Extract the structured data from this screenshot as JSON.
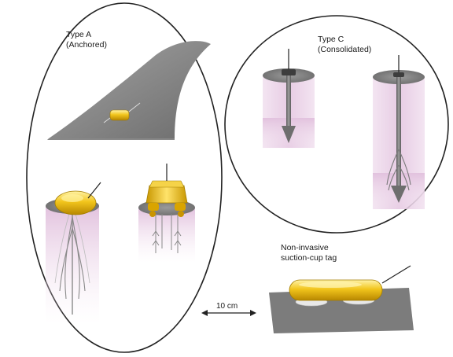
{
  "panels": {
    "type_a": {
      "title": "Type A",
      "subtitle": "(Anchored)"
    },
    "type_c": {
      "title": "Type C",
      "subtitle": "(Consolidated)"
    },
    "suction": {
      "title": "Non-invasive",
      "subtitle": "suction-cup tag"
    }
  },
  "scale_bar": {
    "label": "10 cm"
  },
  "colors": {
    "tag_gold": "#e8b80c",
    "tissue_pink": "#e9d0e6",
    "skin_grey": "#8a8a8a",
    "anchor_grey": "#7a7a7a",
    "outline": "#222222"
  },
  "icons": [
    "dorsal-fin-icon",
    "arrow-anchor-icon",
    "tag-body-icon",
    "suction-cup-icon",
    "double-arrow-icon"
  ]
}
